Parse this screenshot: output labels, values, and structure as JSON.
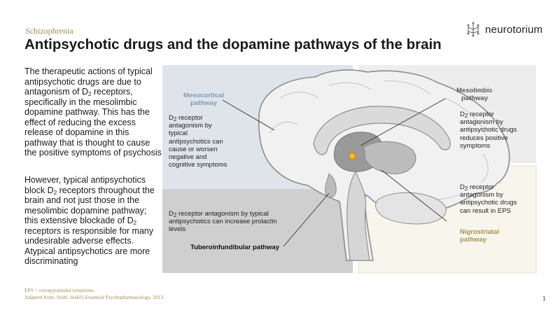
{
  "header": {
    "category": "Schizophrenia",
    "title": "Antipsychotic drugs and the dopamine pathways of the brain",
    "logo_text": "neurotorium"
  },
  "intro": {
    "lines": [
      "The therapeutic actions of typical",
      "antipsychotic drugs are due to",
      "antagonism of D",
      "2",
      " receptors,",
      "specifically in the mesolimbic",
      "dopamine pathway. This has the",
      "effect of reducing the excess",
      "release of dopamine in this",
      "pathway that is thought to cause",
      "the positive symptoms of psychosis"
    ]
  },
  "second": {
    "lines": [
      "However, typical antipsychotics",
      "block D",
      "2",
      " receptors throughout the",
      "brain and not just those in the",
      "mesolimbic dopamine pathway;",
      "this extensive blockade of D",
      "2",
      "receptors is responsible for many",
      "undesirable adverse effects.",
      "Atypical antipsychotics are more",
      "discriminating"
    ]
  },
  "mesocortical": {
    "label_line1": "Mesocortical",
    "label_line2": "pathway",
    "text_d": "D",
    "text_sub": "2",
    "text_rest": " receptor",
    "lines": [
      "antagonism by",
      "typical",
      "antipsychotics can",
      "cause or worsen",
      "negative and",
      "cognitive symptoms"
    ]
  },
  "mesolimbic": {
    "label_line1": "Mesolimbic",
    "label_line2": "pathway",
    "text_d": "D",
    "text_sub": "2",
    "text_rest": " receptor",
    "lines": [
      "antagonism by",
      "antipsychotic drugs",
      "reduces positive",
      "symptoms"
    ]
  },
  "nigrostriatal": {
    "label_line1": "Nigrostriatal",
    "label_line2": "pathway",
    "text_d": "D",
    "text_sub": "2",
    "text_rest": " receptor",
    "lines": [
      "antagonism by",
      "antipsychotic drugs",
      "can result in EPS"
    ]
  },
  "tuberoinfundibular": {
    "label": "Tuberoinfundibular pathway",
    "text_d": "D",
    "text_sub": "2",
    "text_rest": " receptor antagonism by typical",
    "lines": [
      "antipsychotics can increase prolactin",
      "levels"
    ]
  },
  "footer": {
    "note": "EPS = extrapyramidal symptoms",
    "source": "Adapted from: Stahl. Stahl's Essential Psychopharmacology, 2013",
    "page": "1"
  },
  "colors": {
    "accent": "#a08a4e",
    "panel_blue": "#dfe4ea",
    "panel_grey": "#cfcfcf",
    "panel_light": "#ededed",
    "panel_cream": "#f7f5ec",
    "label_blue": "#7f9cb6",
    "label_gold": "#a4944e"
  },
  "icons": {
    "logo": "neurotorium-logo-icon"
  }
}
